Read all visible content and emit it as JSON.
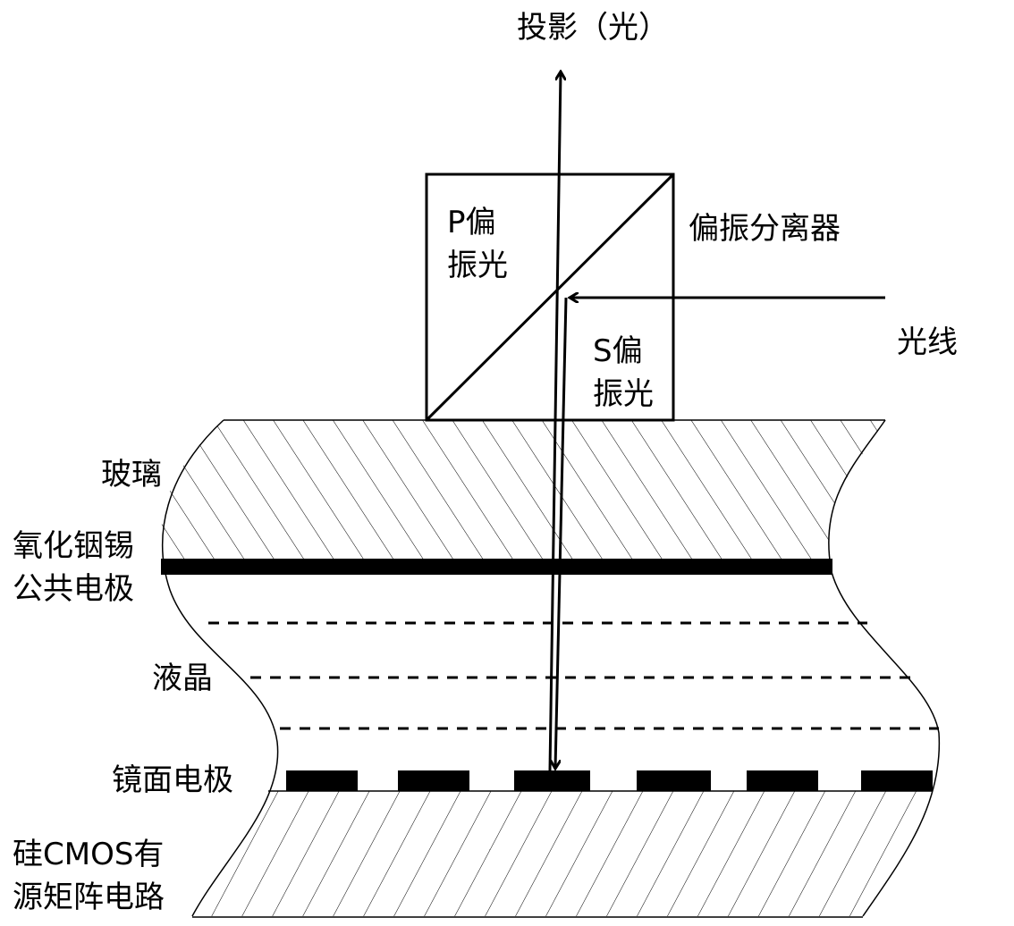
{
  "labels": {
    "projection": "投影（光）",
    "p_polarized_1": "P偏",
    "p_polarized_2": "振光",
    "s_polarized_1": "S偏",
    "s_polarized_2": "振光",
    "splitter": "偏振分离器",
    "light": "光线",
    "glass": "玻璃",
    "ito_1": "氧化铟锡",
    "ito_2": "公共电极",
    "liquid_crystal": "液晶",
    "mirror_electrode": "镜面电极",
    "cmos_1": "硅CMOS有",
    "cmos_2": "源矩阵电路"
  }
}
